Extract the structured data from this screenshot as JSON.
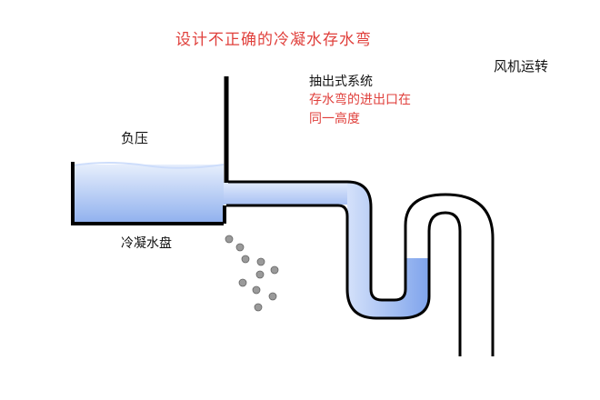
{
  "title": "设计不正确的冷凝水存水弯",
  "labels": {
    "fan": "风机运转",
    "system": "抽出式系统",
    "note_line1": "存水弯的进出口在",
    "note_line2": "同一高度",
    "negative_pressure": "负压",
    "drain_pan": "冷凝水盘"
  },
  "colors": {
    "title": "#e0403c",
    "note": "#e0403c",
    "water_light": "#dbe6fb",
    "water_dark": "#7fa4ec",
    "outline": "#000000",
    "droplet": "#9a9a9a"
  }
}
